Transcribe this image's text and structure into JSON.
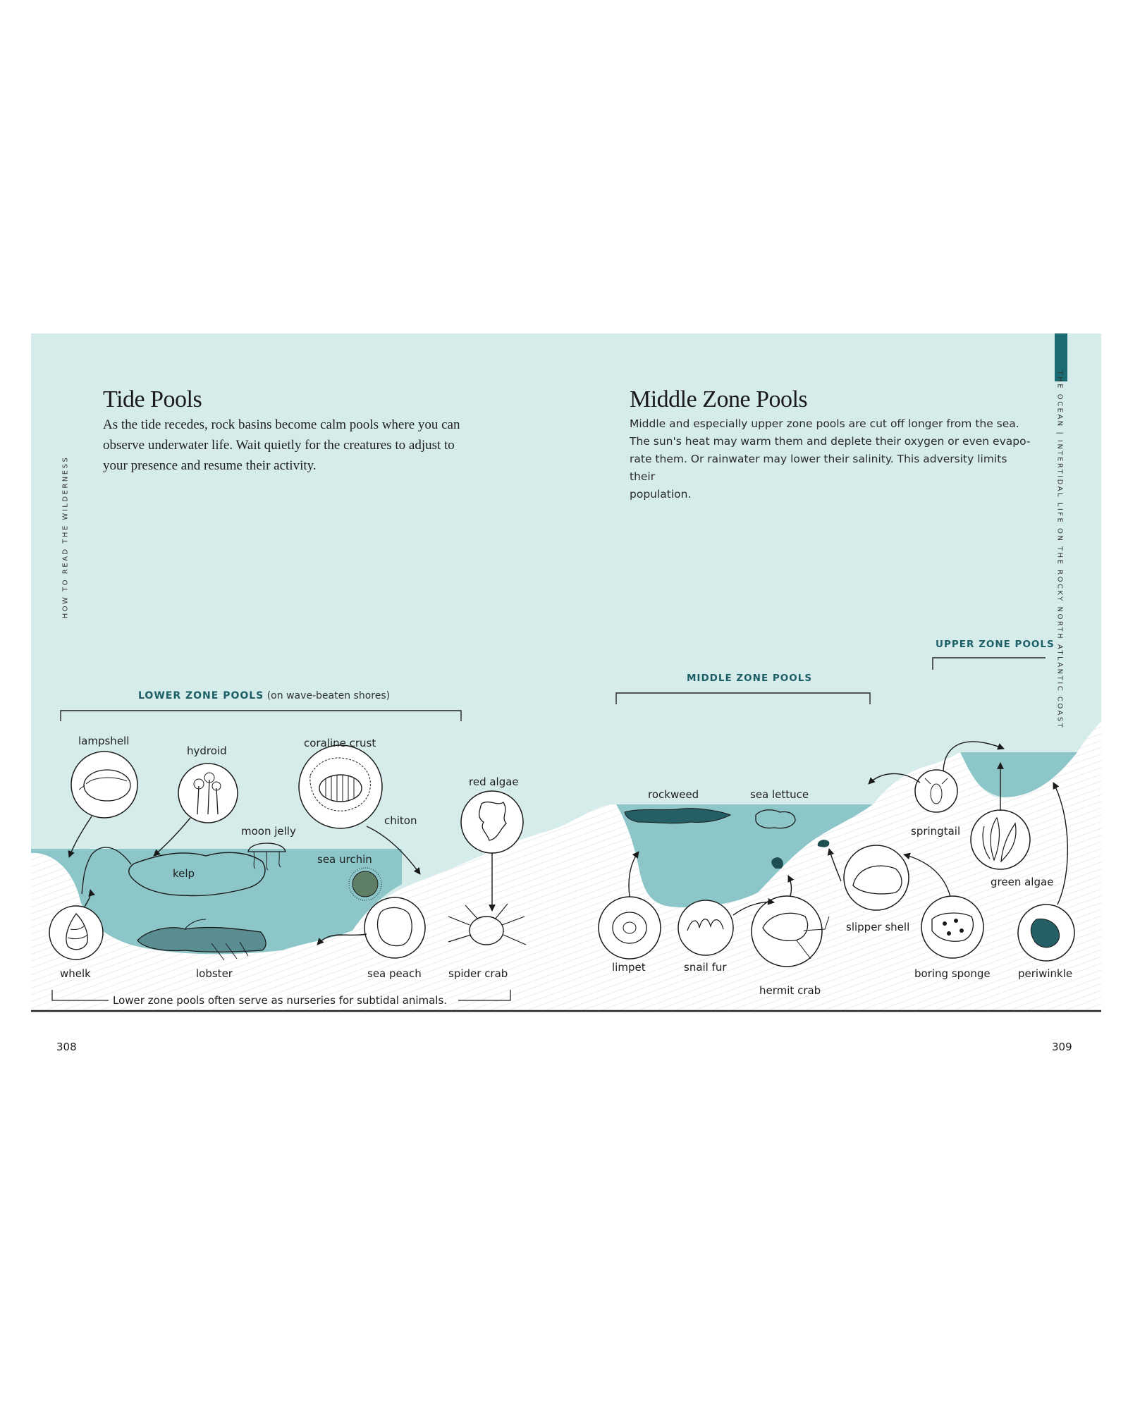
{
  "left_page": {
    "running_head": "HOW TO READ THE WILDERNESS",
    "title": "Tide Pools",
    "body_lines": [
      "As the tide recedes, rock basins become calm pools where you can",
      "observe underwater life. Wait quietly for the creatures to adjust to",
      "your presence and resume their activity."
    ],
    "page_number": "308"
  },
  "right_page": {
    "running_head": "THE OCEAN | INTERTIDAL LIFE ON THE ROCKY NORTH ATLANTIC COAST",
    "title": "Middle Zone Pools",
    "body_lines": [
      "Middle and especially upper zone pools are cut off longer from the sea.",
      "The sun's heat may warm them and deplete their oxygen or even evapo-",
      "rate them. Or rainwater may lower their salinity. This adversity limits their",
      "population."
    ],
    "page_number": "309"
  },
  "zones": {
    "lower": "LOWER ZONE POOLS",
    "lower_note": "(on wave-beaten shores)",
    "middle": "MIDDLE ZONE POOLS",
    "upper": "UPPER ZONE POOLS"
  },
  "creatures": {
    "lampshell": "lampshell",
    "hydroid": "hydroid",
    "coraline_crust": "coraline crust",
    "chiton": "chiton",
    "moon_jelly": "moon jelly",
    "sea_urchin": "sea urchin",
    "red_algae": "red algae",
    "kelp": "kelp",
    "whelk": "whelk",
    "lobster": "lobster",
    "sea_peach": "sea peach",
    "spider_crab": "spider crab",
    "rockweed": "rockweed",
    "sea_lettuce": "sea lettuce",
    "springtail": "springtail",
    "green_algae": "green algae",
    "slipper_shell": "slipper shell",
    "limpet": "limpet",
    "snail_fur": "snail fur",
    "hermit_crab": "hermit crab",
    "boring_sponge": "boring sponge",
    "periwinkle": "periwinkle"
  },
  "nursery_note": "Lower zone pools often serve as nurseries for subtidal animals.",
  "colors": {
    "sky": "#d5ecea",
    "water": "#8cc6c9",
    "accent": "#1b5e66",
    "tab": "#1a6b73",
    "rock": "#ffffff"
  }
}
